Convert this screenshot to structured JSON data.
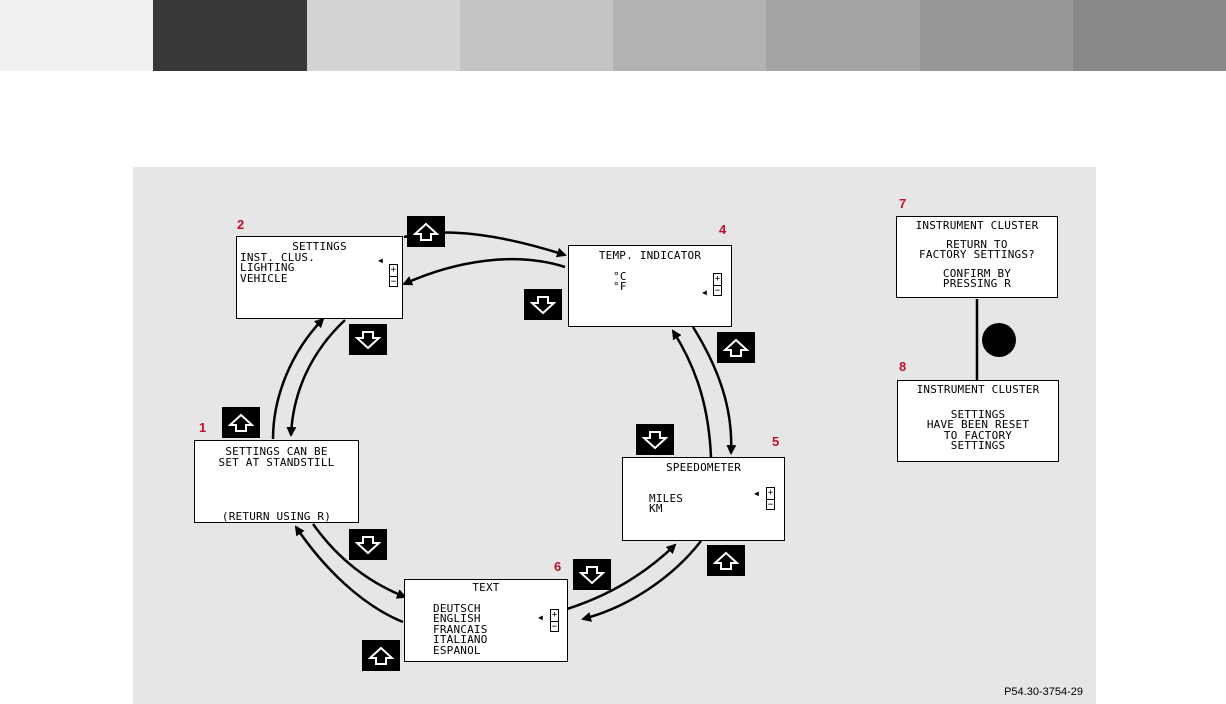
{
  "swatch_colors": [
    "#f0f0f0",
    "#383838",
    "#d3d3d3",
    "#c4c4c4",
    "#b3b3b3",
    "#a4a4a4",
    "#979797",
    "#888888"
  ],
  "screens": {
    "s1": {
      "number": "1",
      "lines": [
        "SETTINGS CAN BE",
        "SET AT STANDSTILL",
        "(RETURN USING R)"
      ]
    },
    "s2": {
      "number": "2",
      "title": "SETTINGS",
      "items": [
        "INST. CLUS.",
        "LIGHTING",
        "VEHICLE"
      ]
    },
    "s4": {
      "number": "4",
      "title": "TEMP. INDICATOR",
      "items": [
        "°C",
        "°F"
      ]
    },
    "s5": {
      "number": "5",
      "title": "SPEEDOMETER",
      "items": [
        "MILES",
        "KM"
      ]
    },
    "s6": {
      "number": "6",
      "title": "TEXT",
      "items": [
        "DEUTSCH",
        "ENGLISH",
        "FRANCAIS",
        "ITALIANO",
        "ESPANOL"
      ]
    },
    "s7": {
      "number": "7",
      "lines": [
        "INSTRUMENT CLUSTER",
        "RETURN TO",
        "FACTORY SETTINGS?",
        "CONFIRM BY",
        "PRESSING R"
      ]
    },
    "s8": {
      "number": "8",
      "lines": [
        "INSTRUMENT CLUSTER",
        "SETTINGS",
        "HAVE BEEN RESET",
        "TO FACTORY",
        "SETTINGS"
      ]
    }
  },
  "plus_minus": {
    "plus": "+",
    "minus": "−"
  },
  "selector_icon": "left-pointer-icon",
  "reference": "P54.30-3754-29"
}
